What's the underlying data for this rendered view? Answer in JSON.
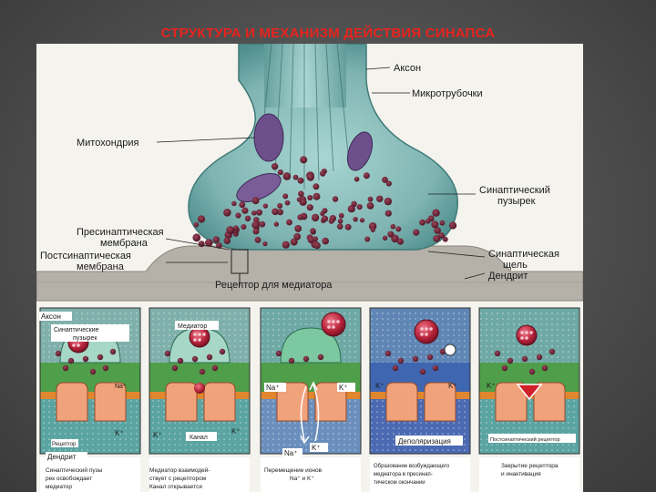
{
  "slide": {
    "title": "СТРУКТУРА И МЕХАНИЗМ ДЕЙСТВИЯ СИНАПСА"
  },
  "main_labels": {
    "axon": "Аксон",
    "microtubules": "Микротрубочки",
    "mitochondria": "Митохондрия",
    "vesicle_line1": "Синаптический",
    "vesicle_line2": "пузырек",
    "presyn_line1": "Пресинаптическая",
    "presyn_line2": "мембрана",
    "postsyn_line1": "Постсинаптическая",
    "postsyn_line2": "мембрана",
    "cleft_line1": "Синаптическая",
    "cleft_line2": "щель",
    "dendrite": "Дендрит",
    "receptor": "Рецептор для медиатора"
  },
  "panels": {
    "p1": {
      "axon": "Аксон",
      "vesicle_line1": "Синаптические",
      "vesicle_line2": "пузырек",
      "receptor": "Рецептор",
      "k": "K⁺",
      "dendrite": "Дендрит",
      "na": "Na⁺",
      "caption_line1": "Синаптический пузы",
      "caption_line2": "рек освобождает",
      "caption_line3": "медиатор"
    },
    "p2": {
      "mediator": "Медиатор",
      "k_left": "K⁺",
      "k_right": "K⁺",
      "channel": "Канал",
      "caption_line1": "Медиатор взаимодей-",
      "caption_line2": "ствует с рецептором",
      "caption_line3": "Канал открывается"
    },
    "p3": {
      "na_k_left": "Na⁺",
      "k_right": "K⁺",
      "na_bottom": "Na⁺",
      "k_bottom": "K⁺",
      "caption_line1": "Перемещение ионов",
      "caption_line2": "Na⁺ и K⁺"
    },
    "p4": {
      "k_left": "K⁺",
      "k_right": "K⁺",
      "depolarization": "Деполяризация",
      "caption_line1": "Образование возбуждающего",
      "caption_line2": "медиатора в пресинап-",
      "caption_line3": "тическом окончании"
    },
    "p5": {
      "k": "K⁺",
      "receptor": "Постсинаптический рецептор",
      "caption_line1": "Закрытие рецептора",
      "caption_line2": "и инактивация"
    }
  },
  "colors": {
    "title": "#e8231e",
    "bulb": "#8fc3c0",
    "vesicle": "#6b2436",
    "mitochondria": "#6d4f8c",
    "dendrite": "#b5b0a8",
    "panel_top": "#6fa9a6",
    "panel_green": "#4f9e4a",
    "membrane_orange": "#e0862e",
    "receptor": "#f0a27a",
    "sphere": "#b8243c"
  }
}
